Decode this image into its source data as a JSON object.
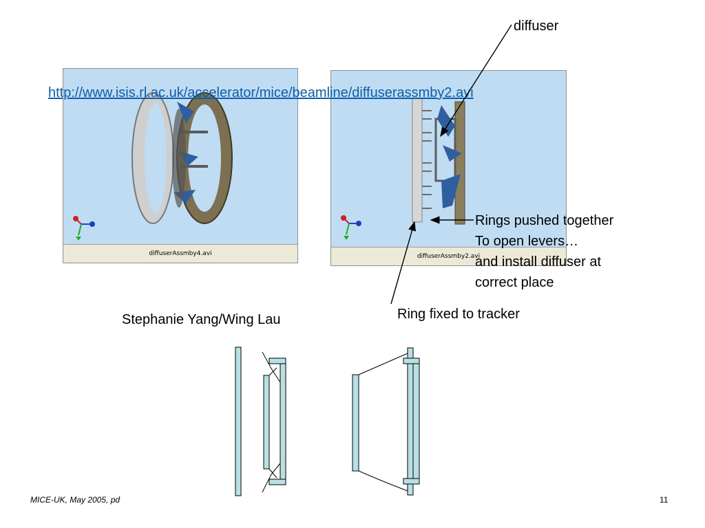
{
  "link": {
    "url_text": "http://www.isis.rl.ac.uk/accelerator/mice/beamline/diffuserassmby2.avi"
  },
  "labels": {
    "diffuser": "diffuser",
    "rings_line1": "Rings pushed together",
    "rings_line2": "To open levers…",
    "rings_line3": "and install diffuser at",
    "rings_line4": "correct place",
    "ring_fixed": "Ring fixed to tracker",
    "authors": "Stephanie Yang/Wing Lau"
  },
  "videos": {
    "left": {
      "caption": "diffuserAssmby4.avi"
    },
    "right": {
      "caption": "diffuserAssmby2.avi"
    }
  },
  "footer": {
    "left": "MICE-UK, May 2005, pd",
    "page_number": "11"
  },
  "colors": {
    "video_bg": "#c0dcf3",
    "link": "#0b5ea8",
    "schematic_fill": "#b9e0e4"
  }
}
